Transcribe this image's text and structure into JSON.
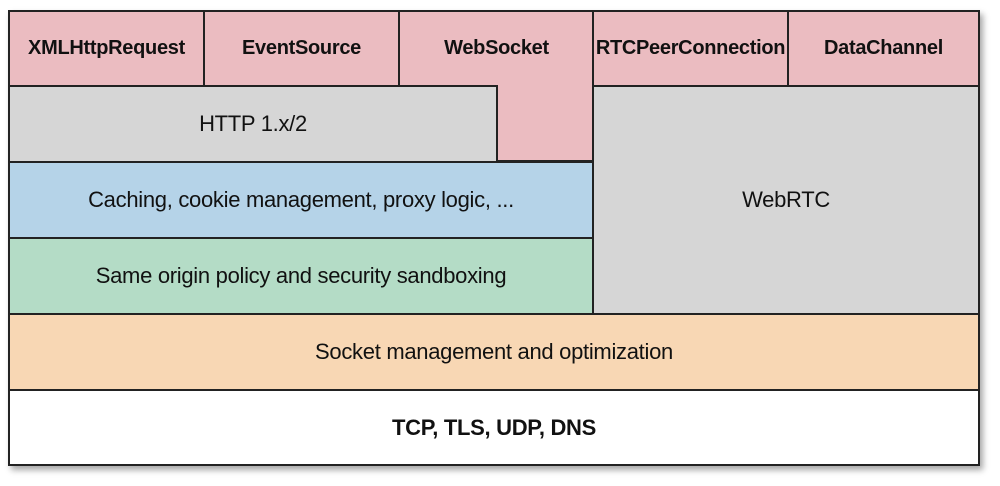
{
  "colors": {
    "api": "#ebbcc1",
    "http": "#d6d6d6",
    "caching": "#b5d3e8",
    "security": "#b4dcc6",
    "webrtc": "#d6d6d6",
    "socket": "#f8d7b4",
    "transport": "#ffffff"
  },
  "apis": {
    "xhr": "XMLHttpRequest",
    "eventsource": "EventSource",
    "websocket": "WebSocket",
    "rtcpeer": "RTCPeerConnection",
    "datachannel": "DataChannel"
  },
  "layers": {
    "http": "HTTP 1.x/2",
    "caching": "Caching, cookie management, proxy logic, ...",
    "security": "Same origin policy and security sandboxing",
    "webrtc": "WebRTC",
    "socket": "Socket management and optimization",
    "transport": "TCP, TLS, UDP, DNS"
  }
}
